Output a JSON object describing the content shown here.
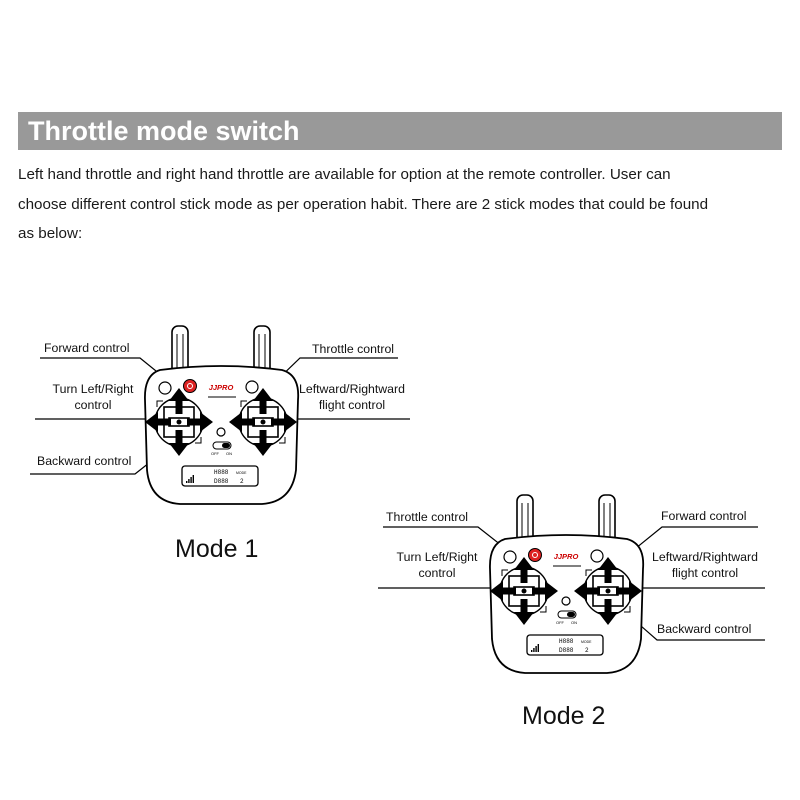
{
  "section": {
    "title": "Throttle mode switch",
    "intro_lines": [
      "Left hand throttle and right hand throttle are available for option at the remote controller. User can",
      "choose different control stick mode as per operation habit. There are 2 stick modes that could be found",
      "as below:"
    ]
  },
  "mode1": {
    "caption": "Mode 1",
    "labels": {
      "forward": "Forward control",
      "turn_line1": "Turn Left/Right",
      "turn_line2": "control",
      "backward": "Backward control",
      "throttle": "Throttle control",
      "lr_line1": "Leftward/Rightward",
      "lr_line2": "flight control"
    }
  },
  "mode2": {
    "caption": "Mode 2",
    "labels": {
      "throttle": "Throttle control",
      "turn_line1": "Turn Left/Right",
      "turn_line2": "control",
      "forward": "Forward control",
      "lr_line1": "Leftward/Rightward",
      "lr_line2": "flight control",
      "backward": "Backward control"
    }
  },
  "controller": {
    "brand": "JJPRO",
    "switch_off": "OFF",
    "switch_on": "ON",
    "lcd_line1": "H888",
    "lcd_line2": "D888",
    "lcd_mode": "MODE",
    "lcd_num": "2"
  },
  "icons": [
    "antenna-icon",
    "power-button-icon",
    "control-stick-icon",
    "direction-arrow-icon",
    "lcd-display-icon",
    "power-switch-icon"
  ]
}
